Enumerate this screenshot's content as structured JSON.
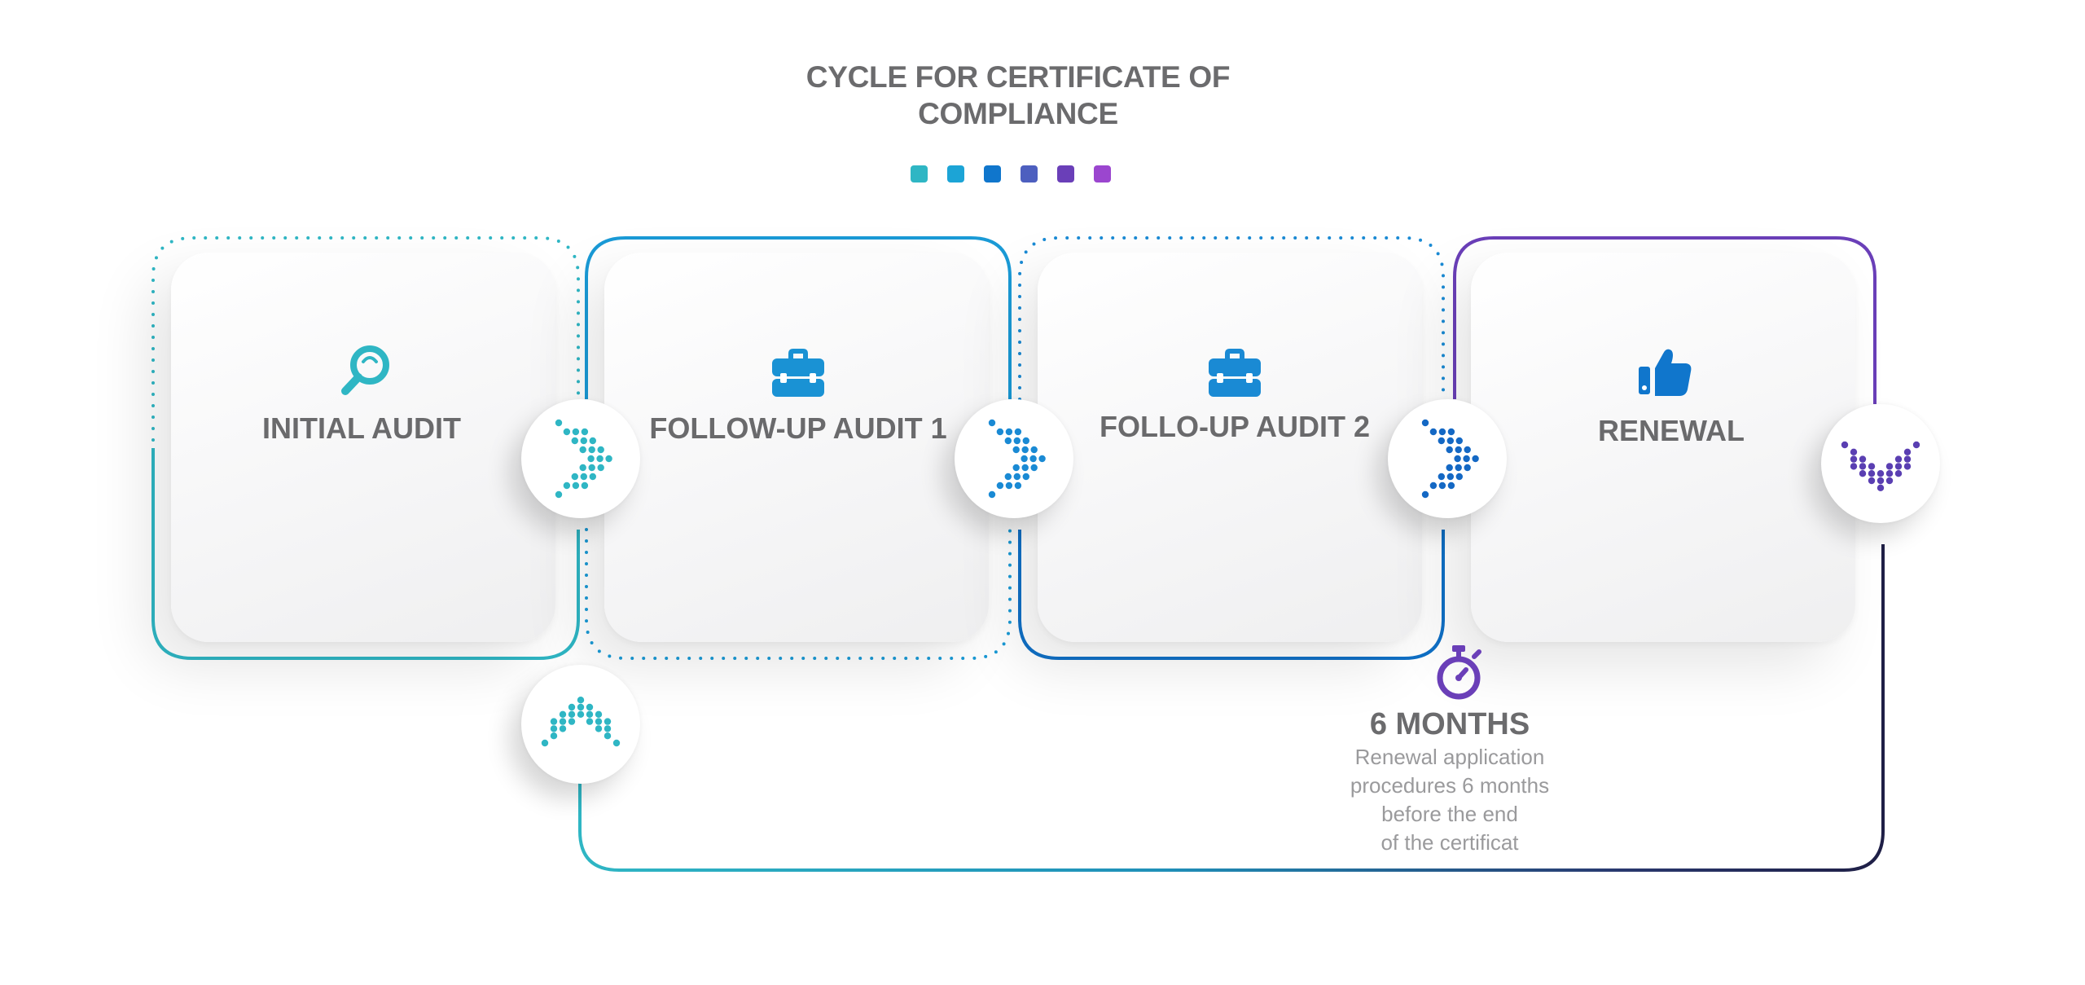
{
  "title": "CYCLE FOR CERTIFICATE OF COMPLIANCE",
  "colors": {
    "teal": "#2fb6c4",
    "aqua": "#1ca4d6",
    "blue": "#1076cc",
    "indigo": "#4d5fbf",
    "purple": "#6a3fb8",
    "violet": "#9b46cf",
    "navy": "#1f1f46",
    "text": "#6b6b6d",
    "muted": "#9a9a9c"
  },
  "legend_dots": [
    "#2fb6c4",
    "#1ca4d6",
    "#1076cc",
    "#4d5fbf",
    "#6a3fb8",
    "#9b46cf"
  ],
  "steps": [
    {
      "label": "INITIAL AUDIT",
      "icon": "magnifier-icon",
      "color": "#2fb6c4"
    },
    {
      "label": "FOLLOW-UP AUDIT 1",
      "icon": "briefcase-icon",
      "color": "#1a92d4"
    },
    {
      "label": "FOLLO-UP AUDIT 2",
      "icon": "briefcase-icon",
      "color": "#1a8ad4"
    },
    {
      "label": "RENEWAL",
      "icon": "thumbs-up-icon",
      "color": "#1076cc"
    }
  ],
  "connectors": [
    {
      "icon": "chevron-right-icon",
      "color": "#2fb6c4"
    },
    {
      "icon": "chevron-right-icon",
      "color": "#1a8ad4"
    },
    {
      "icon": "chevron-right-icon",
      "color": "#1468c4"
    },
    {
      "icon": "chevron-down-icon",
      "color": "#5a3fb2"
    },
    {
      "icon": "chevron-up-icon",
      "color": "#2fb6c4"
    }
  ],
  "note": {
    "icon": "stopwatch-icon",
    "title": "6 MONTHS",
    "lines": [
      "Renewal application",
      "procedures 6 months",
      "before the end",
      "of the certificat"
    ]
  }
}
